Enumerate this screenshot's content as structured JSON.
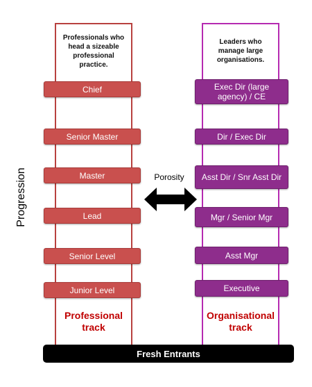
{
  "left_track": {
    "description": "Professionals who head a sizeable professional practice.",
    "rungs": [
      "Chief",
      "Senior Master",
      "Master",
      "Lead",
      "Senior Level",
      "Junior Level"
    ],
    "title_line1": "Professional",
    "title_line2": "track"
  },
  "right_track": {
    "description": "Leaders who manage large organisations.",
    "rungs": [
      "Exec Dir (large agency) / CE",
      "Dir / Exec Dir",
      "Asst Dir / Snr Asst Dir",
      "Mgr / Senior Mgr",
      "Asst Mgr",
      "Executive"
    ],
    "title_line1": "Organisational",
    "title_line2": "track"
  },
  "axis_label": "Progression",
  "connector_label": "Porosity",
  "base_label": "Fresh Entrants",
  "colors": {
    "professional": "#c9504e",
    "organisational": "#8e2d8c",
    "track_title": "#c00000",
    "base": "#000000"
  },
  "icons": {
    "connector": "double-headed-arrow-icon"
  }
}
